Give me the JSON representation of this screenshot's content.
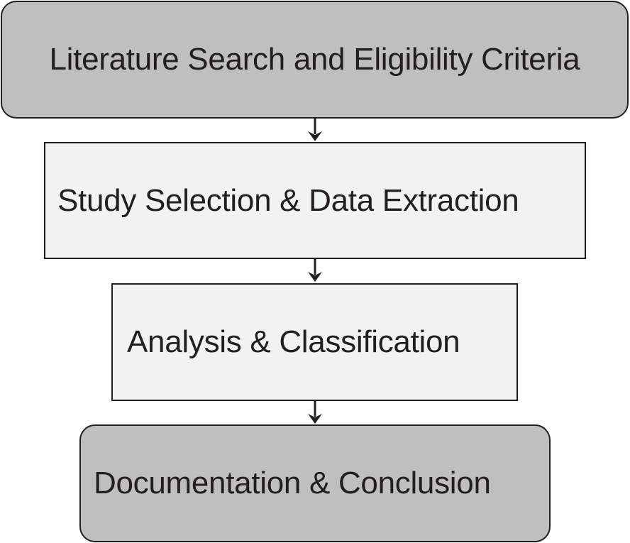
{
  "diagram": {
    "steps": [
      {
        "label": "Literature Search and Eligibility Criteria",
        "fill": "#c0bfbf",
        "shape": "rounded"
      },
      {
        "label": "Study Selection & Data Extraction",
        "fill": "#f1f2f2",
        "shape": "square"
      },
      {
        "label": "Analysis & Classification",
        "fill": "#f1f2f2",
        "shape": "square"
      },
      {
        "label": "Documentation & Conclusion",
        "fill": "#c0bfbf",
        "shape": "rounded"
      }
    ],
    "connectors": [
      {
        "from": 0,
        "to": 1,
        "icon": "arrow-down-icon"
      },
      {
        "from": 1,
        "to": 2,
        "icon": "arrow-down-icon"
      },
      {
        "from": 2,
        "to": 3,
        "icon": "arrow-down-icon"
      }
    ],
    "colors": {
      "stroke": "#231f20",
      "text": "#231f20"
    }
  }
}
